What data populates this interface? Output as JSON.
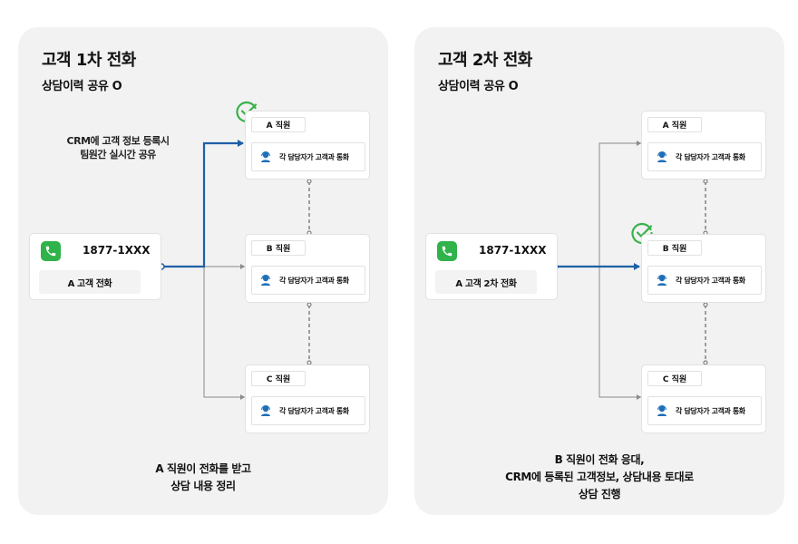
{
  "panels": [
    {
      "title": "고객 1차 전화",
      "subtitle": "상담이력 공유 O",
      "crm_note": [
        "CRM에 고객 정보 등록시",
        "팀원간 실시간 공유"
      ],
      "caller": {
        "number": "1877-1XXX",
        "label": "A 고객 전화"
      },
      "connected_staff": "A 직원",
      "staff": [
        {
          "name": "A 직원",
          "action": "각 담당자가 고객과 통화"
        },
        {
          "name": "B 직원",
          "action": "각 담당자가 고객과 통화"
        },
        {
          "name": "C 직원",
          "action": "각 담당자가 고객과 통화"
        }
      ],
      "caption": [
        "A 직원이 전화를 받고",
        "상담 내용 정리"
      ]
    },
    {
      "title": "고객 2차 전화",
      "subtitle": "상담이력 공유 O",
      "caller": {
        "number": "1877-1XXX",
        "label": "A 고객 2차 전화"
      },
      "connected_staff": "B 직원",
      "staff": [
        {
          "name": "A 직원",
          "action": "각 담당자가 고객과 통화"
        },
        {
          "name": "B 직원",
          "action": "각 담당자가 고객과 통화"
        },
        {
          "name": "C 직원",
          "action": "각 담당자가 고객과 통화"
        }
      ],
      "caption": [
        "B 직원이 전화 응대,",
        "CRM에 등록된 고객정보, 상담내용 토대로",
        "상담 진행"
      ]
    }
  ],
  "colors": {
    "panel_bg": "#f2f2f2",
    "active_line": "#1f5fa6",
    "inactive_line": "#8a8a8a",
    "phone_green": "#2fb34a",
    "check_green": "#38b24a",
    "agent_blue": "#1d6fb8"
  },
  "icons": [
    "phone-icon",
    "agent-headset-icon",
    "check-circle-icon"
  ]
}
